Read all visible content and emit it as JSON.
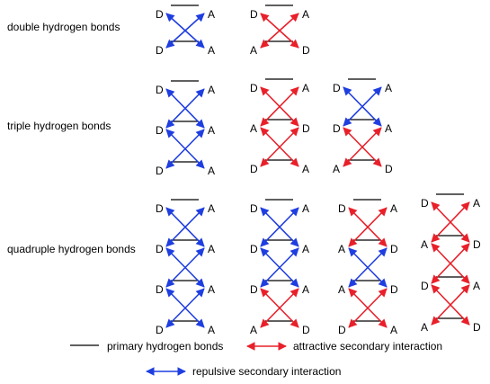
{
  "rows": {
    "double": "double hydrogen bonds",
    "triple": "triple hydrogen bonds",
    "quadruple": "quadruple hydrogen bonds"
  },
  "colors": {
    "attractive": "#e8202a",
    "repulsive": "#1f3ee0",
    "bond": "#000000"
  },
  "legend": {
    "primary": "primary hydrogen bonds",
    "attractive": "attractive secondary interaction",
    "repulsive": "repulsive secondary interaction"
  },
  "groups": [
    {
      "row": "double",
      "left": [
        "D",
        "D"
      ],
      "right": [
        "A",
        "A"
      ]
    },
    {
      "row": "double",
      "left": [
        "D",
        "A"
      ],
      "right": [
        "A",
        "D"
      ]
    },
    {
      "row": "triple",
      "left": [
        "D",
        "D",
        "D"
      ],
      "right": [
        "A",
        "A",
        "A"
      ]
    },
    {
      "row": "triple",
      "left": [
        "D",
        "A",
        "D"
      ],
      "right": [
        "A",
        "D",
        "A"
      ]
    },
    {
      "row": "triple",
      "left": [
        "D",
        "D",
        "A"
      ],
      "right": [
        "A",
        "A",
        "D"
      ]
    },
    {
      "row": "quadruple",
      "left": [
        "D",
        "D",
        "D",
        "D"
      ],
      "right": [
        "A",
        "A",
        "A",
        "A"
      ]
    },
    {
      "row": "quadruple",
      "left": [
        "D",
        "D",
        "D",
        "A"
      ],
      "right": [
        "A",
        "A",
        "A",
        "D"
      ]
    },
    {
      "row": "quadruple",
      "left": [
        "D",
        "A",
        "A",
        "D"
      ],
      "right": [
        "A",
        "D",
        "D",
        "A"
      ]
    },
    {
      "row": "quadruple",
      "left": [
        "D",
        "A",
        "D",
        "A"
      ],
      "right": [
        "A",
        "D",
        "A",
        "D"
      ]
    }
  ]
}
